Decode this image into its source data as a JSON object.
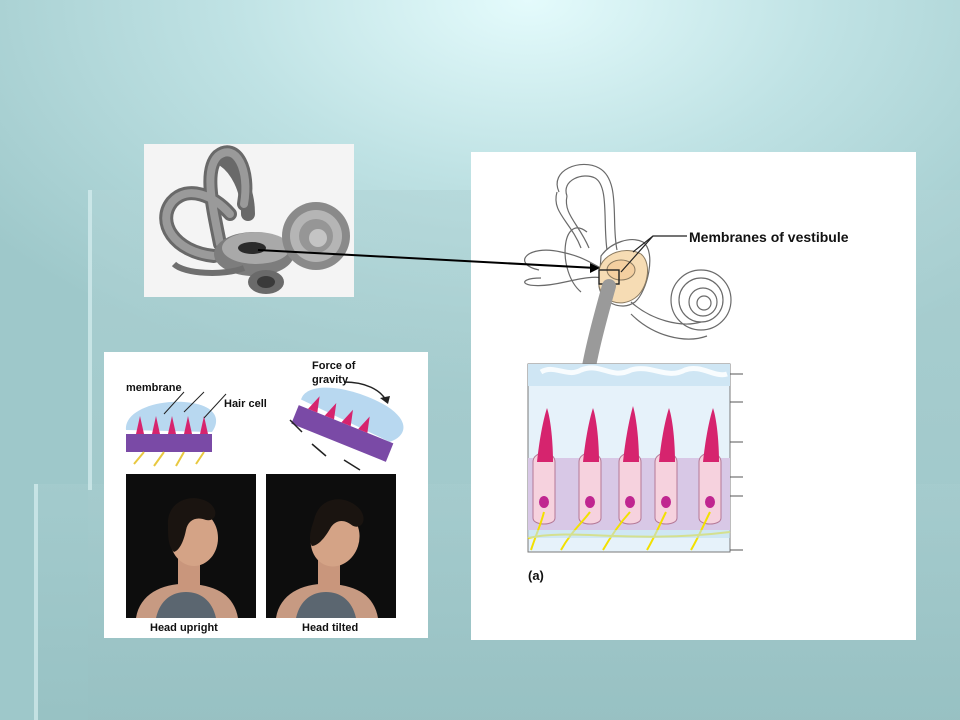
{
  "labyrinth_figure": {
    "callout": "Membranes of vestibule",
    "panel_letter": "(a)"
  },
  "head_figure": {
    "membrane_label": "membrane",
    "hair_cell_label": "Hair cell",
    "force_label_line1": "Force of",
    "force_label_line2": "gravity",
    "upright_caption": "Head upright",
    "tilted_caption": "Head tilted"
  },
  "colors": {
    "background": "#bfe2e4",
    "hair_cell_pink": "#d6246e",
    "nerve_yellow": "#f2e000",
    "supporting_cell_lavender": "#c8b4dc"
  }
}
